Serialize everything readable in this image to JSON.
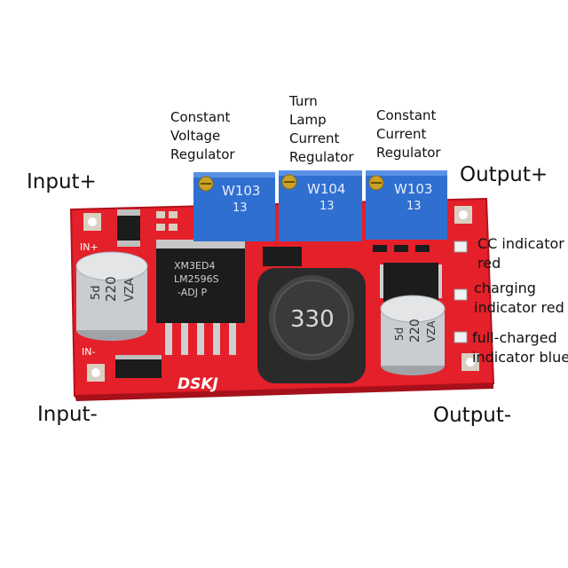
{
  "labels": {
    "input_plus": "Input+",
    "input_minus": "Input-",
    "output_plus": "Output+",
    "output_minus": "Output-",
    "cv_regulator": [
      "Constant",
      "Voltage",
      "Regulator"
    ],
    "lamp_regulator": [
      "Turn",
      "Lamp",
      "Current",
      "Regulator"
    ],
    "cc_regulator": [
      "Constant",
      "Current",
      "Regulator"
    ],
    "cc_indicator": [
      "CC indicator",
      "red"
    ],
    "charging_indicator": [
      "charging",
      "indicator red"
    ],
    "full_charged_indicator": [
      "full-charged",
      "indicator blue"
    ]
  },
  "board": {
    "brand": "DSKJ",
    "in_plus_silk": "IN+",
    "in_minus_silk": "IN-",
    "pot_left": [
      "W103",
      "13"
    ],
    "pot_middle": [
      "W104",
      "13"
    ],
    "pot_right": [
      "W103",
      "13"
    ],
    "ic_text": [
      "XM3ED4",
      "LM2596S",
      "-ADJ P"
    ],
    "inductor_text": "330",
    "cap_left": [
      "5d",
      "220",
      "VZA"
    ],
    "cap_right": [
      "5d",
      "220",
      "VZA"
    ]
  },
  "colors": {
    "pcb": "#e4202a",
    "pot": "#2f6fd0",
    "component": "#1c1c1c",
    "capacitor": "#c9ccd0",
    "pad": "#d9d0c2"
  }
}
